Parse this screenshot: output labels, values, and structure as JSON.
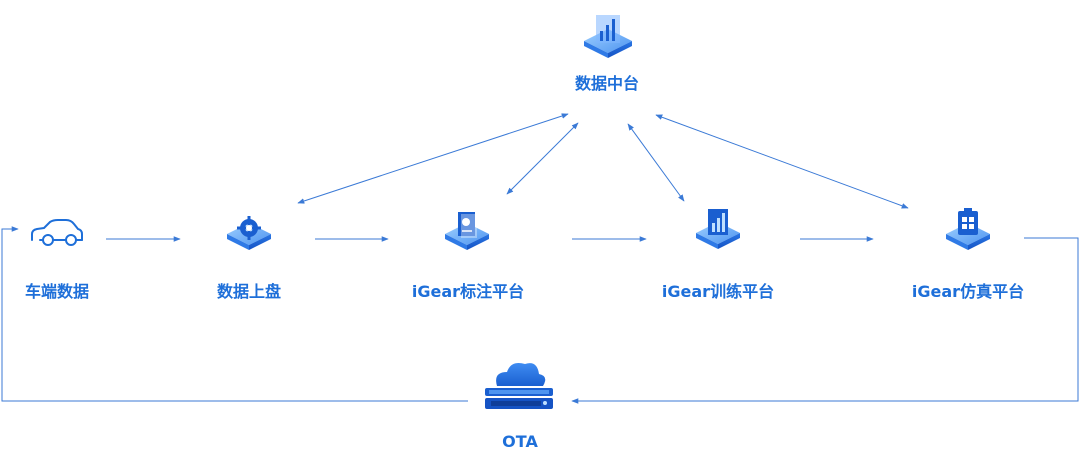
{
  "colors": {
    "accent": "#1e6fd9",
    "line": "#3b7ad6",
    "icon_light": "#8fc2ff",
    "icon_dark": "#1a5fd0"
  },
  "nodes": {
    "data_center": {
      "label": "数据中台",
      "icon": "chart-cube-icon"
    },
    "vehicle": {
      "label": "车端数据",
      "icon": "car-icon"
    },
    "data_upload": {
      "label": "数据上盘",
      "icon": "gear-cube-icon"
    },
    "annotation": {
      "label": "iGear标注平台",
      "icon": "document-cube-icon"
    },
    "training": {
      "label": "iGear训练平台",
      "icon": "bar-chart-cube-icon"
    },
    "simulation": {
      "label": "iGear仿真平台",
      "icon": "clipboard-cube-icon"
    },
    "ota": {
      "label": "OTA",
      "icon": "cloud-server-icon"
    }
  }
}
